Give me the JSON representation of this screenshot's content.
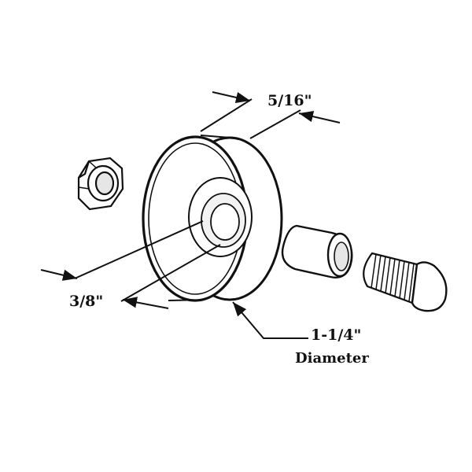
{
  "dimensions": {
    "width_label": "5/16\"",
    "hole_label": "3/8\"",
    "diameter_value": "1-1/4\"",
    "diameter_word": "Diameter"
  },
  "colors": {
    "ink": "#111111",
    "background": "#ffffff",
    "shade": "#e6e6e6"
  },
  "parts": [
    "nut-icon",
    "roller-wheel-icon",
    "bushing-sleeve-icon",
    "bolt-icon"
  ]
}
